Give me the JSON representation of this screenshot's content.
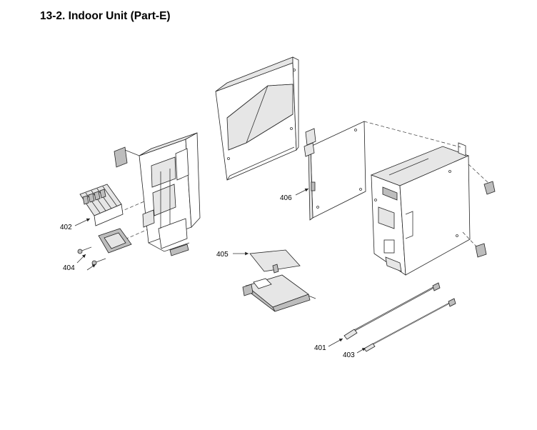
{
  "header": {
    "title": "13-2.  Indoor Unit (Part-E)"
  },
  "labels": {
    "l401": "401",
    "l402": "402",
    "l403": "403",
    "l404": "404",
    "l405": "405",
    "l406": "406"
  }
}
